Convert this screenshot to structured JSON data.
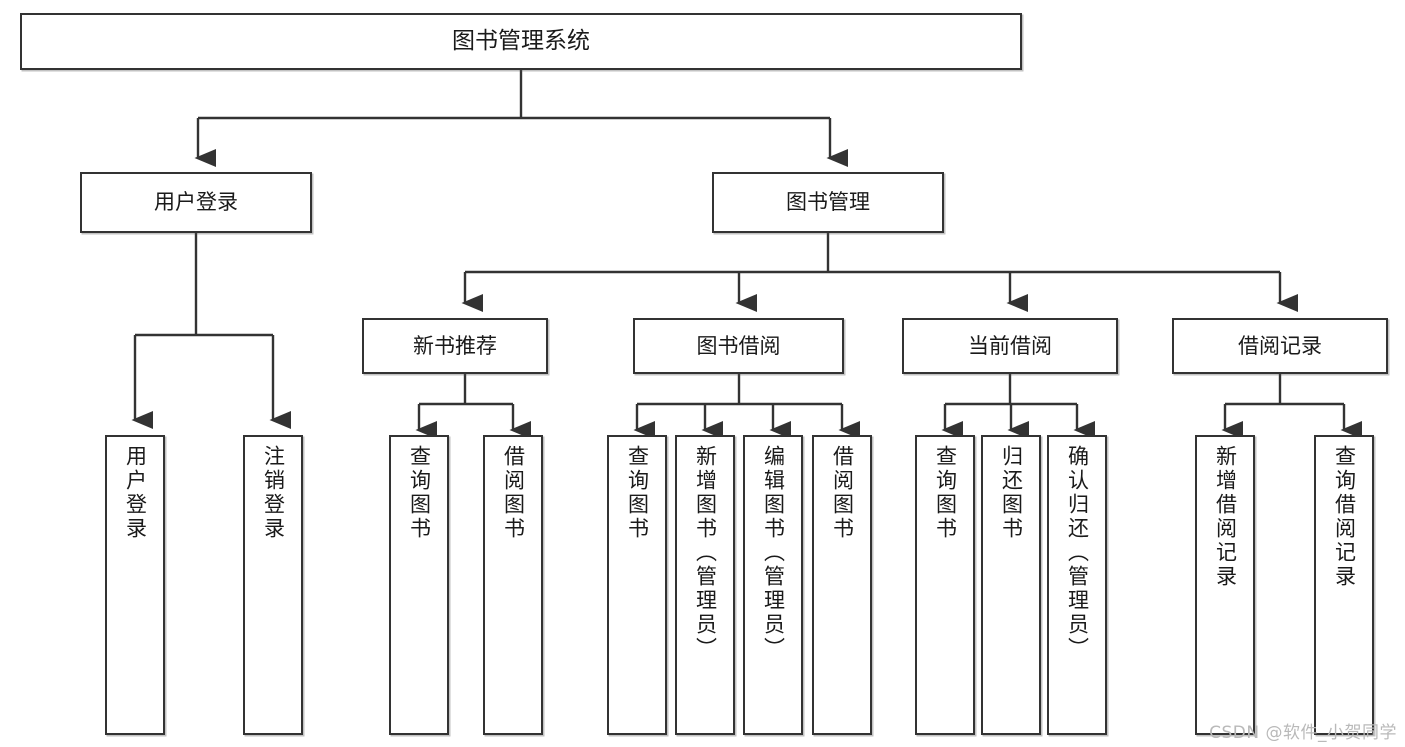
{
  "diagram": {
    "title": "图书管理系统",
    "type": "function-structure-tree",
    "background_color": "#ffffff",
    "line_color": "#333333",
    "box_border_color": "#333333",
    "box_fill_color": "#ffffff",
    "text_color": "#1a1a1a"
  },
  "root": {
    "label": "图书管理系统"
  },
  "level1": [
    {
      "label": "用户登录"
    },
    {
      "label": "图书管理"
    }
  ],
  "level2": [
    {
      "label": "新书推荐"
    },
    {
      "label": "图书借阅"
    },
    {
      "label": "当前借阅"
    },
    {
      "label": "借阅记录"
    }
  ],
  "leaves": {
    "user_login": [
      {
        "label": "用户登录"
      },
      {
        "label": "注销登录"
      }
    ],
    "new_book_recommend": [
      {
        "label": "查询图书"
      },
      {
        "label": "借阅图书"
      }
    ],
    "book_borrow": [
      {
        "label": "查询图书"
      },
      {
        "label": "新增图书（管理员）"
      },
      {
        "label": "编辑图书（管理员）"
      },
      {
        "label": "借阅图书"
      }
    ],
    "current_borrow": [
      {
        "label": "查询图书"
      },
      {
        "label": "归还图书"
      },
      {
        "label": "确认归还（管理员）"
      }
    ],
    "borrow_record": [
      {
        "label": "新增借阅记录"
      },
      {
        "label": "查询借阅记录"
      }
    ]
  },
  "watermark": {
    "text": "CSDN @软件_小贺同学"
  }
}
